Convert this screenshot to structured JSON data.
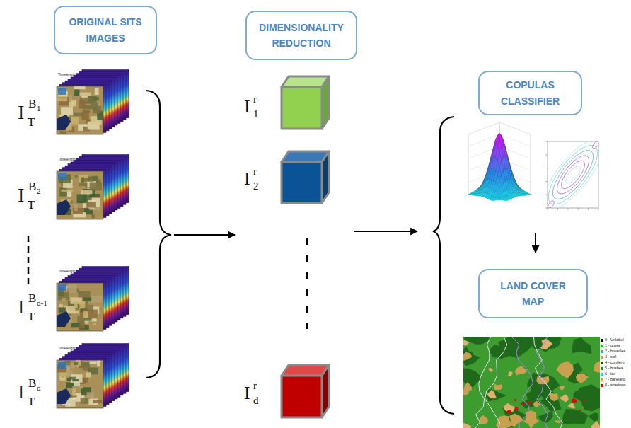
{
  "diagram": {
    "nodes": [
      {
        "text": [
          "ORIGINAL SITS IMAGES"
        ]
      },
      {
        "text": [
          "DIMENSIONALITY REDUCTION"
        ]
      },
      {
        "text": [
          "COPULAS CLASSIFIER"
        ]
      },
      {
        "text": [
          "LAND COVER MAP"
        ]
      }
    ],
    "labels": [
      "I",
      "T",
      "B",
      "1",
      "I",
      "T",
      "B",
      "2",
      "I",
      "T",
      "B",
      "d-1",
      "I",
      "T",
      "B",
      "d",
      "I",
      "1",
      "r",
      "I",
      "2",
      "r",
      "I",
      "d",
      "r",
      "Timelength",
      "Timelength",
      "Timelength",
      "Timelength"
    ],
    "legend": [
      {
        "text": "0 - Unlabel",
        "color": "#000000"
      },
      {
        "text": "1 - grass",
        "color": "#00e000"
      },
      {
        "text": "2 - broadlea",
        "color": "#20c0a0"
      },
      {
        "text": "3 - soil",
        "color": "#c8a050"
      },
      {
        "text": "4 - conifero",
        "color": "#006400"
      },
      {
        "text": "5 - bushes",
        "color": "#2e8b22"
      },
      {
        "text": "6 - ice",
        "color": "#00e0e0"
      },
      {
        "text": "7 - bareland",
        "color": "#f0a040"
      },
      {
        "text": "8 - shadows",
        "color": "#e00000"
      }
    ]
  }
}
